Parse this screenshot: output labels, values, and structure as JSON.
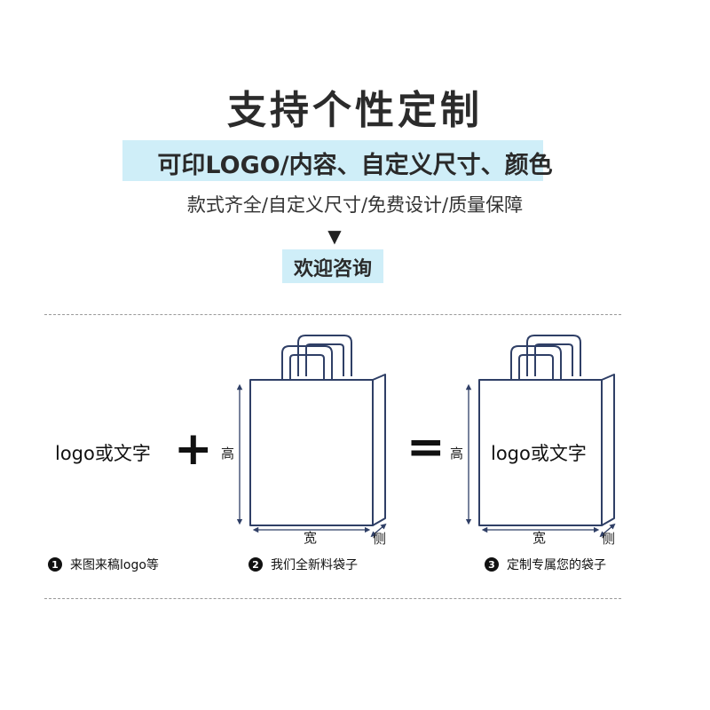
{
  "header": {
    "title": "支持个性定制",
    "subtitle": "可印LOGO/内容、自定义尺寸、颜色",
    "features": "款式齐全/自定义尺寸/免费设计/质量保障",
    "arrow": "▼",
    "welcome": "欢迎咨询"
  },
  "diagram": {
    "logo_label": "logo或文字",
    "plus": "+",
    "equals": "=",
    "bag_logo_label": "logo或文字",
    "height_label": "高",
    "width_label": "宽",
    "side_label": "侧"
  },
  "steps": [
    {
      "num": "1",
      "label": "来图来稿logo等"
    },
    {
      "num": "2",
      "label": "我们全新料袋子"
    },
    {
      "num": "3",
      "label": "定制专属您的袋子"
    }
  ],
  "colors": {
    "highlight": "#cfeef8",
    "bag_stroke": "#2f3f66"
  }
}
